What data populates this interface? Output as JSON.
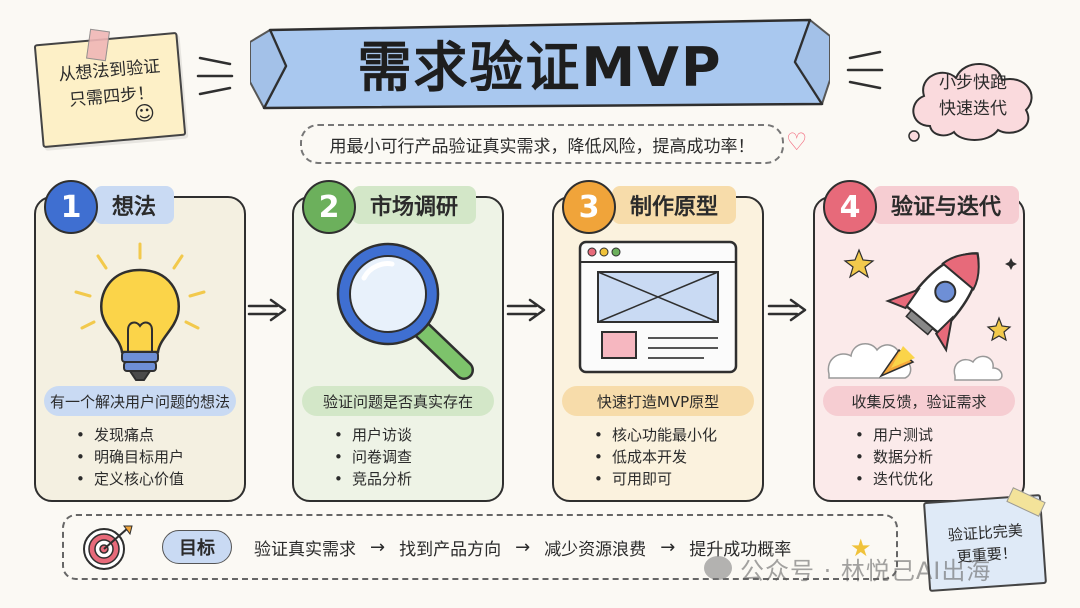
{
  "title": "需求验证MVP",
  "subtitle": "用最小可行产品验证真实需求，降低风险，提高成功率！",
  "sticky_note": {
    "line1": "从想法到验证",
    "line2": "只需四步！",
    "smile": "☺"
  },
  "cloud": {
    "line1": "小步快跑",
    "line2": "快速迭代"
  },
  "steps": [
    {
      "number": "1",
      "label": "想法",
      "summary": "有一个解决用户问题的想法",
      "bullets": [
        "发现痛点",
        "明确目标用户",
        "定义核心价值"
      ]
    },
    {
      "number": "2",
      "label": "市场调研",
      "summary": "验证问题是否真实存在",
      "bullets": [
        "用户访谈",
        "问卷调查",
        "竞品分析"
      ]
    },
    {
      "number": "3",
      "label": "制作原型",
      "summary": "快速打造MVP原型",
      "bullets": [
        "核心功能最小化",
        "低成本开发",
        "可用即可"
      ]
    },
    {
      "number": "4",
      "label": "验证与迭代",
      "summary": "收集反馈，验证需求",
      "bullets": [
        "用户测试",
        "数据分析",
        "迭代优化"
      ]
    }
  ],
  "goal": {
    "label": "目标",
    "steps": [
      "验证真实需求",
      "找到产品方向",
      "减少资源浪费",
      "提升成功概率"
    ],
    "separator": "→"
  },
  "note2": {
    "line1": "验证比完美",
    "line2": "更重要！"
  },
  "watermark": "公众号 · 林悦己AI出海",
  "colors": {
    "blue": "#3f6fd1",
    "green": "#6cb05c",
    "orange": "#f0a43a",
    "pink": "#e76a7a"
  }
}
